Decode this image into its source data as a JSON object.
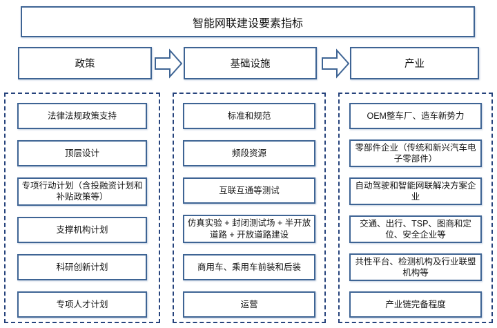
{
  "title": "智能网联建设要素指标",
  "flow": {
    "headers": [
      {
        "label": "政策"
      },
      {
        "label": "基础设施"
      },
      {
        "label": "产业"
      }
    ],
    "arrow_icon": "block-arrow-right"
  },
  "columns": [
    {
      "header": "政策",
      "items": [
        "法律法规政策支持",
        "顶层设计",
        "专项行动计划（含投融资计划和补贴政策等）",
        "支撑机构计划",
        "科研创新计划",
        "专项人才计划"
      ]
    },
    {
      "header": "基础设施",
      "items": [
        "标准和规范",
        "频段资源",
        "互联互通等测试",
        "仿真实验 + 封闭测试场 + 半开放道路 + 开放道路建设",
        "商用车、乘用车前装和后装",
        "运营"
      ]
    },
    {
      "header": "产业",
      "items": [
        "OEM整车厂、造车新势力",
        "零部件企业（传统和新兴汽车电子零部件）",
        "自动驾驶和智能网联解决方案企业",
        "交通、出行、TSP、图商和定位、安全企业等",
        "共性平台、检测机构及行业联盟机构等",
        "产业链完备程度"
      ]
    }
  ],
  "colors": {
    "box_border": "#3e6494",
    "dashed_border": "#26437c",
    "text": "#141414",
    "background": "#ffffff"
  }
}
